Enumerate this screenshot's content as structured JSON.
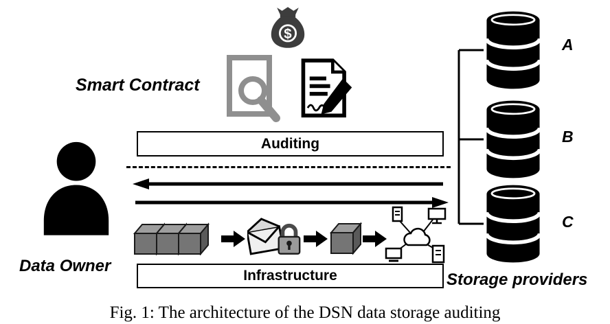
{
  "figure": {
    "caption": "Fig. 1: The architecture of the DSN data storage auditing",
    "labels": {
      "smart_contract": "Smart Contract",
      "data_owner": "Data Owner",
      "storage_providers": "Storage providers"
    },
    "boxes": {
      "auditing": "Auditing",
      "infrastructure": "Infrastructure"
    },
    "storage_nodes": [
      "A",
      "B",
      "C"
    ],
    "money_bag_symbol": "$",
    "colors": {
      "ink": "#000000",
      "background": "#ffffff",
      "gray_icon": "#8f8f8f",
      "bag_fill": "#3d3d3d",
      "cube_front": "#757575",
      "cube_top": "#9e9e9e",
      "cube_side": "#5a5a5a"
    },
    "icons": [
      "money-bag-icon",
      "audit-search-document-icon",
      "signed-contract-icon",
      "data-owner-person-icon",
      "data-blocks-icon",
      "encryption-envelope-lock-icon",
      "encrypted-block-icon",
      "dsn-network-cloud-icon",
      "database-cylinder-icon"
    ]
  }
}
